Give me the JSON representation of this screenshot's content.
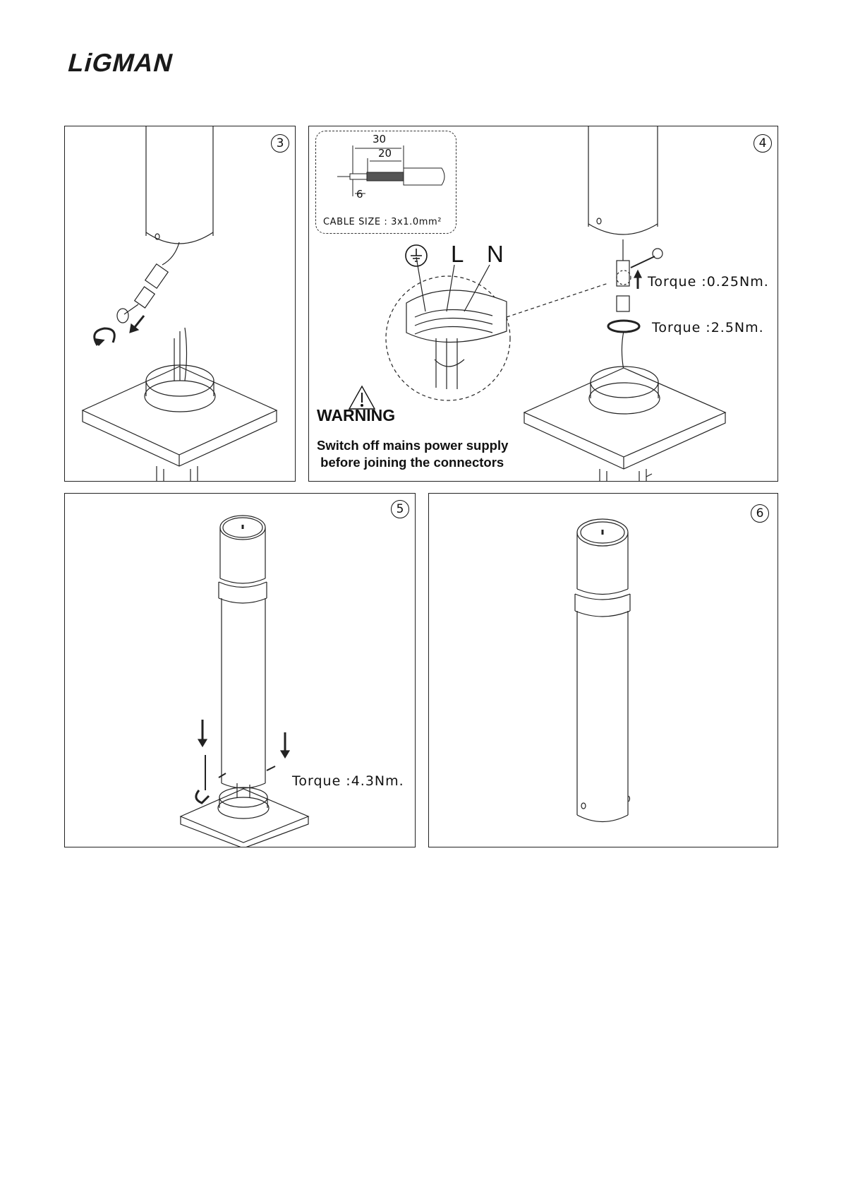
{
  "brand": {
    "logo_text": "LiGMAN"
  },
  "steps": {
    "step3": {
      "number": "3"
    },
    "step4": {
      "number": "4",
      "cable": {
        "dim_outer": "30",
        "dim_inner": "20",
        "dim_strip": "6",
        "cable_size": "CABLE SIZE : 3x1.0mm²"
      },
      "terminals": {
        "live": "L",
        "neutral": "N",
        "earth_icon": "earth-ground-symbol"
      },
      "torque_connector": "Torque :0.25Nm.",
      "torque_gland": "Torque :2.5Nm.",
      "warning": {
        "title": "WARNING",
        "text": "Switch off mains power supply\n before joining the connectors",
        "icon": "warning-triangle"
      }
    },
    "step5": {
      "number": "5",
      "torque": "Torque :4.3Nm."
    },
    "step6": {
      "number": "6"
    }
  }
}
